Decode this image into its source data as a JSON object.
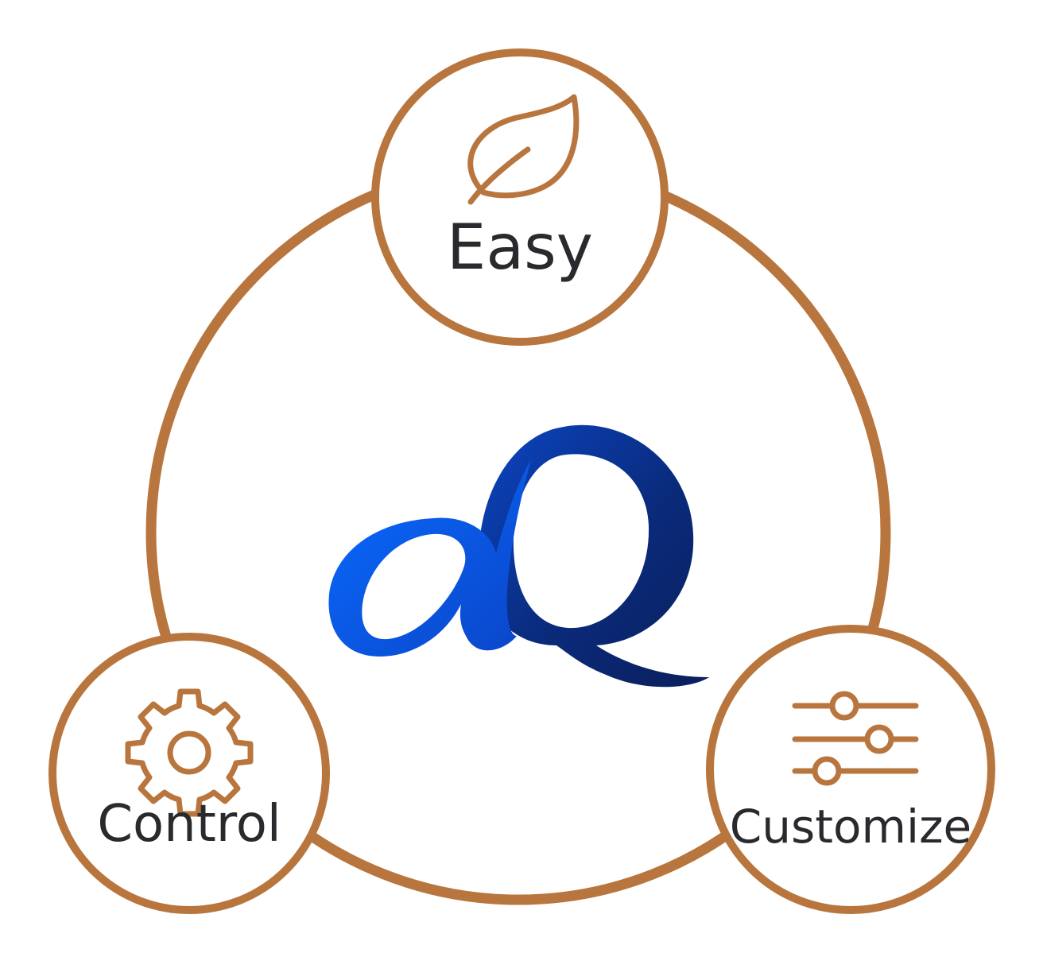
{
  "colors": {
    "ring": "#B8763E",
    "text": "#2A2A2E",
    "logo_light": "#0A66F0",
    "logo_dark": "#0B1F5C"
  },
  "nodes": [
    {
      "id": "easy",
      "label": "Easy",
      "icon": "leaf-icon"
    },
    {
      "id": "control",
      "label": "Control",
      "icon": "gear-icon"
    },
    {
      "id": "customize",
      "label": "Customize",
      "icon": "sliders-icon"
    }
  ],
  "logo": {
    "name": "aQ-logo"
  }
}
